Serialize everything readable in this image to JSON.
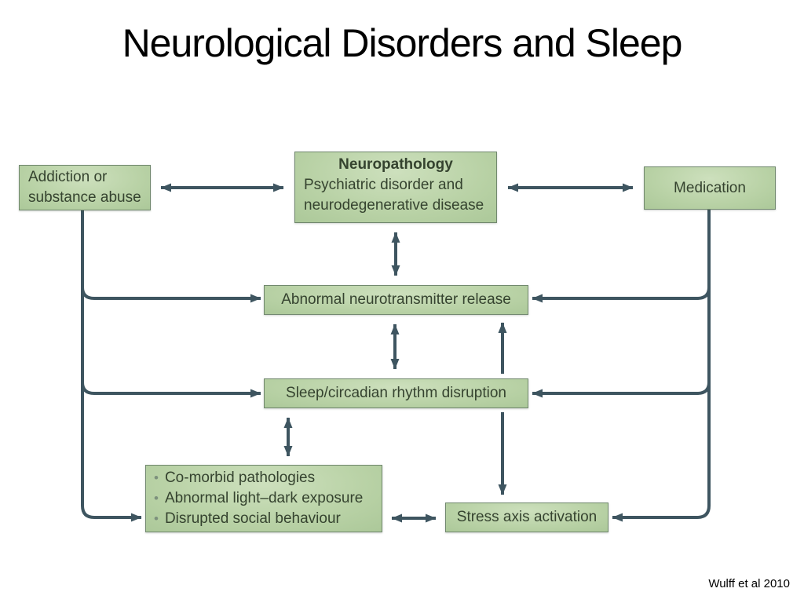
{
  "slide": {
    "title": "Neurological Disorders and Sleep",
    "citation": "Wulff et al 2010"
  },
  "colors": {
    "arrow_color": "#3e5560",
    "box_border": "#71886e",
    "box_fill_light": "#cde0bd",
    "box_fill_dark": "#a2c190",
    "box_text": "#35432f",
    "title_color": "#000000",
    "bullet_color": "#7d917d"
  },
  "nodes": {
    "addiction": {
      "line1": "Addiction or",
      "line2": "substance abuse"
    },
    "neuropathology": {
      "heading": "Neuropathology",
      "line1": "Psychiatric disorder and",
      "line2": "neurodegenerative disease"
    },
    "medication": {
      "label": "Medication"
    },
    "release": {
      "label": "Abnormal neurotransmitter release"
    },
    "sleep": {
      "label": "Sleep/circadian rhythm disruption"
    },
    "comorbid": {
      "bullet_glyph": "•",
      "item1": "Co-morbid pathologies",
      "item2": "Abnormal light–dark exposure",
      "item3": "Disrupted social behaviour"
    },
    "stress": {
      "label": "Stress axis activation"
    }
  }
}
